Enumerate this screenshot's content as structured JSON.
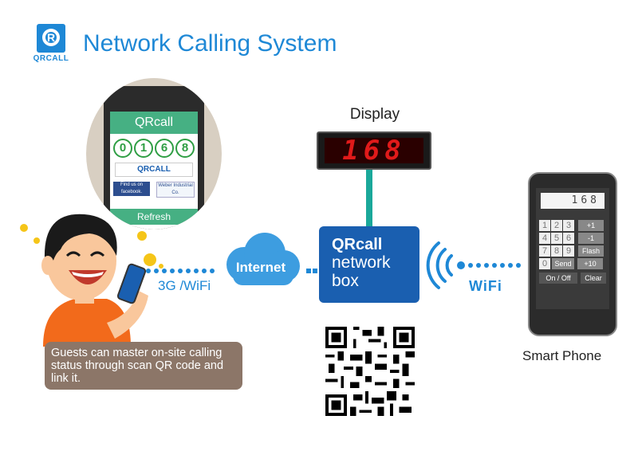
{
  "header": {
    "logo_text": "QRCALL",
    "title": "Network Calling System"
  },
  "display": {
    "label": "Display",
    "digits": "168"
  },
  "network_box": {
    "line1": "QRcall",
    "line2": "network",
    "line3": "box"
  },
  "links": {
    "internet": "Internet",
    "mobile": "3G /WiFi",
    "wifi": "WiFi"
  },
  "bubble_phone": {
    "app_title": "QRcall",
    "digits": [
      "0",
      "1",
      "6",
      "8"
    ],
    "brand": "QRCALL",
    "facebook_badge": "Find us on facebook.",
    "weber_badge": "Weber Industrial Co.",
    "refresh": "Refresh"
  },
  "smart_phone": {
    "screen_number": "168",
    "keys": [
      [
        "1",
        "2",
        "3"
      ],
      [
        "4",
        "5",
        "6"
      ],
      [
        "7",
        "8",
        "9"
      ]
    ],
    "func_keys": [
      "+1",
      "-1",
      "Flash",
      "+10"
    ],
    "zero_key": "0",
    "send_key": "Send",
    "onoff_key": "On / Off",
    "clear_key": "Clear",
    "caption": "Smart Phone"
  },
  "guest_note": "Guests can master on-site calling status through scan QR code and link it.",
  "colors": {
    "brand_blue": "#1e88d6",
    "box_blue": "#1a5fb0",
    "stand_teal": "#1aa89a",
    "led_red": "#e01a1a",
    "note_brown": "#8c7668",
    "dot_yellow": "#f5c518"
  }
}
